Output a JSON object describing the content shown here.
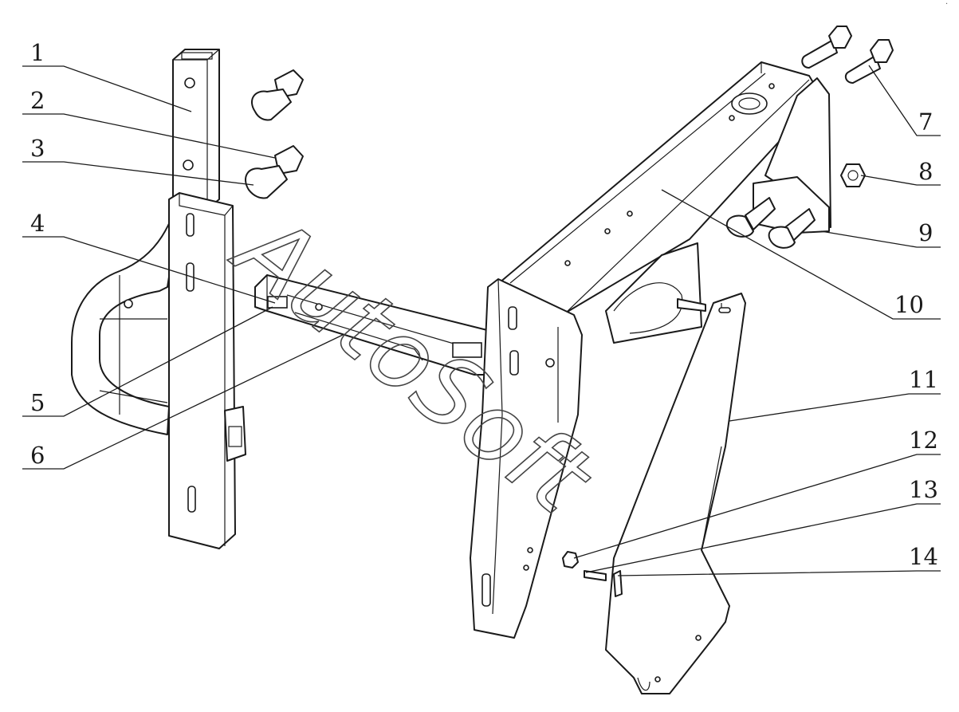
{
  "watermark": "AutoSoft",
  "corner_mark": "·",
  "callouts": [
    {
      "id": "1",
      "label": "1"
    },
    {
      "id": "2",
      "label": "2"
    },
    {
      "id": "3",
      "label": "3"
    },
    {
      "id": "4",
      "label": "4"
    },
    {
      "id": "5",
      "label": "5"
    },
    {
      "id": "6",
      "label": "6"
    },
    {
      "id": "7",
      "label": "7"
    },
    {
      "id": "8",
      "label": "8"
    },
    {
      "id": "9",
      "label": "9"
    },
    {
      "id": "10",
      "label": "10"
    },
    {
      "id": "11",
      "label": "11"
    },
    {
      "id": "12",
      "label": "12"
    },
    {
      "id": "13",
      "label": "13"
    },
    {
      "id": "14",
      "label": "14"
    }
  ],
  "colors": {
    "line": "#1a1a1a",
    "background": "#ffffff"
  }
}
